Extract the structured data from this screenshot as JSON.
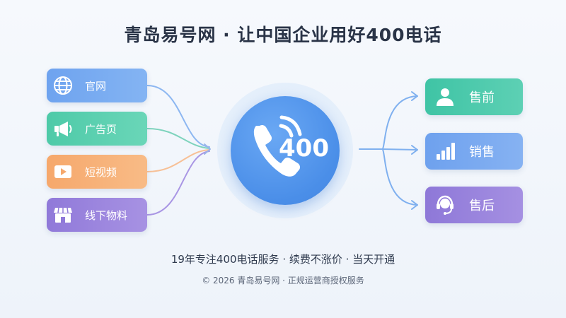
{
  "title": "青岛易号网 · 让中国企业用好400电话",
  "sources": [
    {
      "label": "官网",
      "icon": "globe-icon"
    },
    {
      "label": "广告页",
      "icon": "megaphone-icon"
    },
    {
      "label": "短视频",
      "icon": "play-video-icon"
    },
    {
      "label": "线下物料",
      "icon": "store-icon"
    }
  ],
  "hub": {
    "number": "400",
    "icon": "phone-ringing-icon"
  },
  "destinations": [
    {
      "label": "售前",
      "icon": "user-icon"
    },
    {
      "label": "销售",
      "icon": "bar-chart-icon"
    },
    {
      "label": "售后",
      "icon": "headset-icon"
    }
  ],
  "tagline": "19年专注400电话服务 · 续费不涨价 · 当天开通",
  "footer": "© 2026 青岛易号网 · 正规运营商授权服务",
  "colors": {
    "title": "#2a3447",
    "source_blue": "#6ea3ef",
    "source_green": "#4ecaa8",
    "source_orange": "#f6a86c",
    "source_purple": "#9079d9",
    "hub": "#4a8ee8",
    "dest_green": "#3fc4a5",
    "dest_blue": "#6ea1ee",
    "dest_purple": "#8e78d8"
  }
}
